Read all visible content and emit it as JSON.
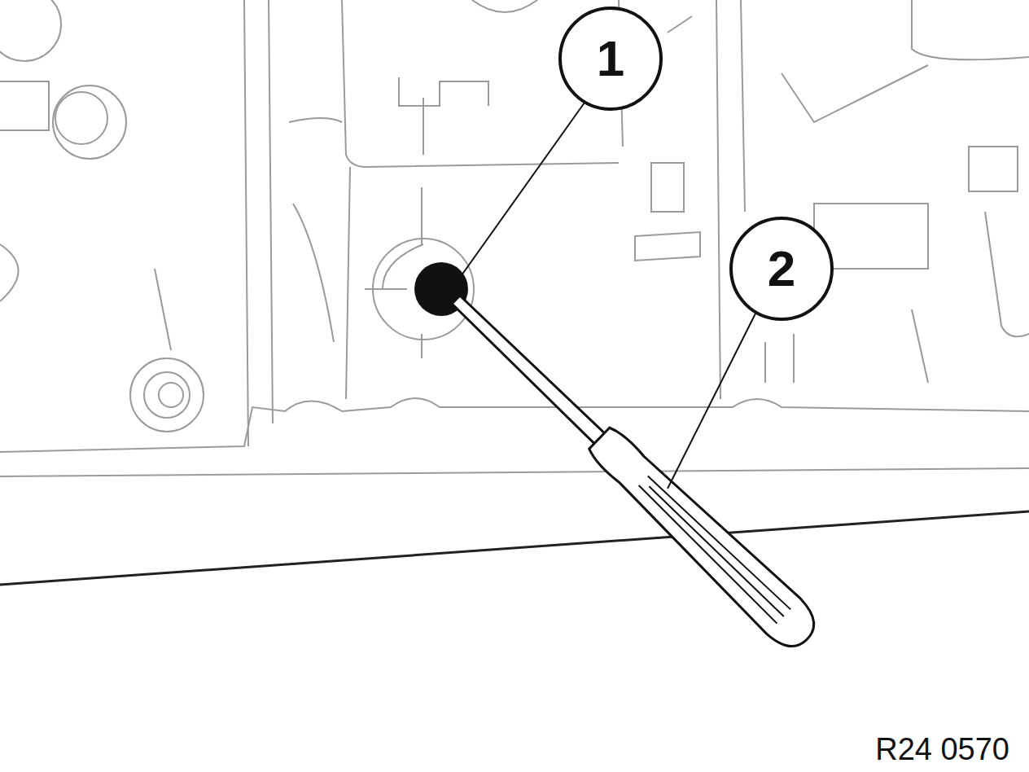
{
  "diagram": {
    "labels": [
      "1",
      "2",
      "R24 0570"
    ]
  }
}
